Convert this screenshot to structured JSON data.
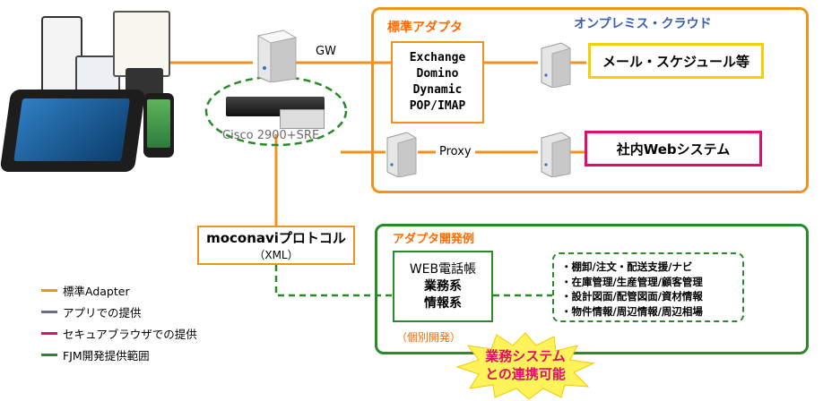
{
  "cloud": {
    "title": "オンプレミス・クラウド"
  },
  "adapter_group": {
    "title": "標準アダプタ",
    "items": [
      "Exchange",
      "Domino",
      "Dynamic",
      "POP/IMAP"
    ]
  },
  "mail_box": {
    "label": "メール・スケジュール等"
  },
  "web_box": {
    "label": "社内Webシステム"
  },
  "gw": {
    "label": "GW"
  },
  "proxy": {
    "label": "Proxy"
  },
  "cisco": {
    "label": "Cisco 2900+SRE"
  },
  "protocol": {
    "title": "moconaviプロトコル",
    "sub": "（XML）"
  },
  "dev_example": {
    "title": "アダプタ開発例",
    "inner": [
      "WEB電話帳",
      "業務系",
      "情報系"
    ],
    "note": "（個別開発）",
    "list": [
      "・棚卸/注文・配送支援/ナビ",
      "・在庫管理/生産管理/顧客管理",
      "・設計図面/配管図面/資材情報",
      "・物件情報/周辺情報/周辺相場"
    ]
  },
  "burst": {
    "line1": "業務システム",
    "line2": "との連携可能"
  },
  "legend": [
    {
      "label": "標準Adapter",
      "color": "#f0921c"
    },
    {
      "label": "アプリでの提供",
      "color": "#6a6a8a"
    },
    {
      "label": "セキュアブラウザでの提供",
      "color": "#e0106a"
    },
    {
      "label": "FJM開発提供範囲",
      "color": "#2a8a2a"
    }
  ]
}
